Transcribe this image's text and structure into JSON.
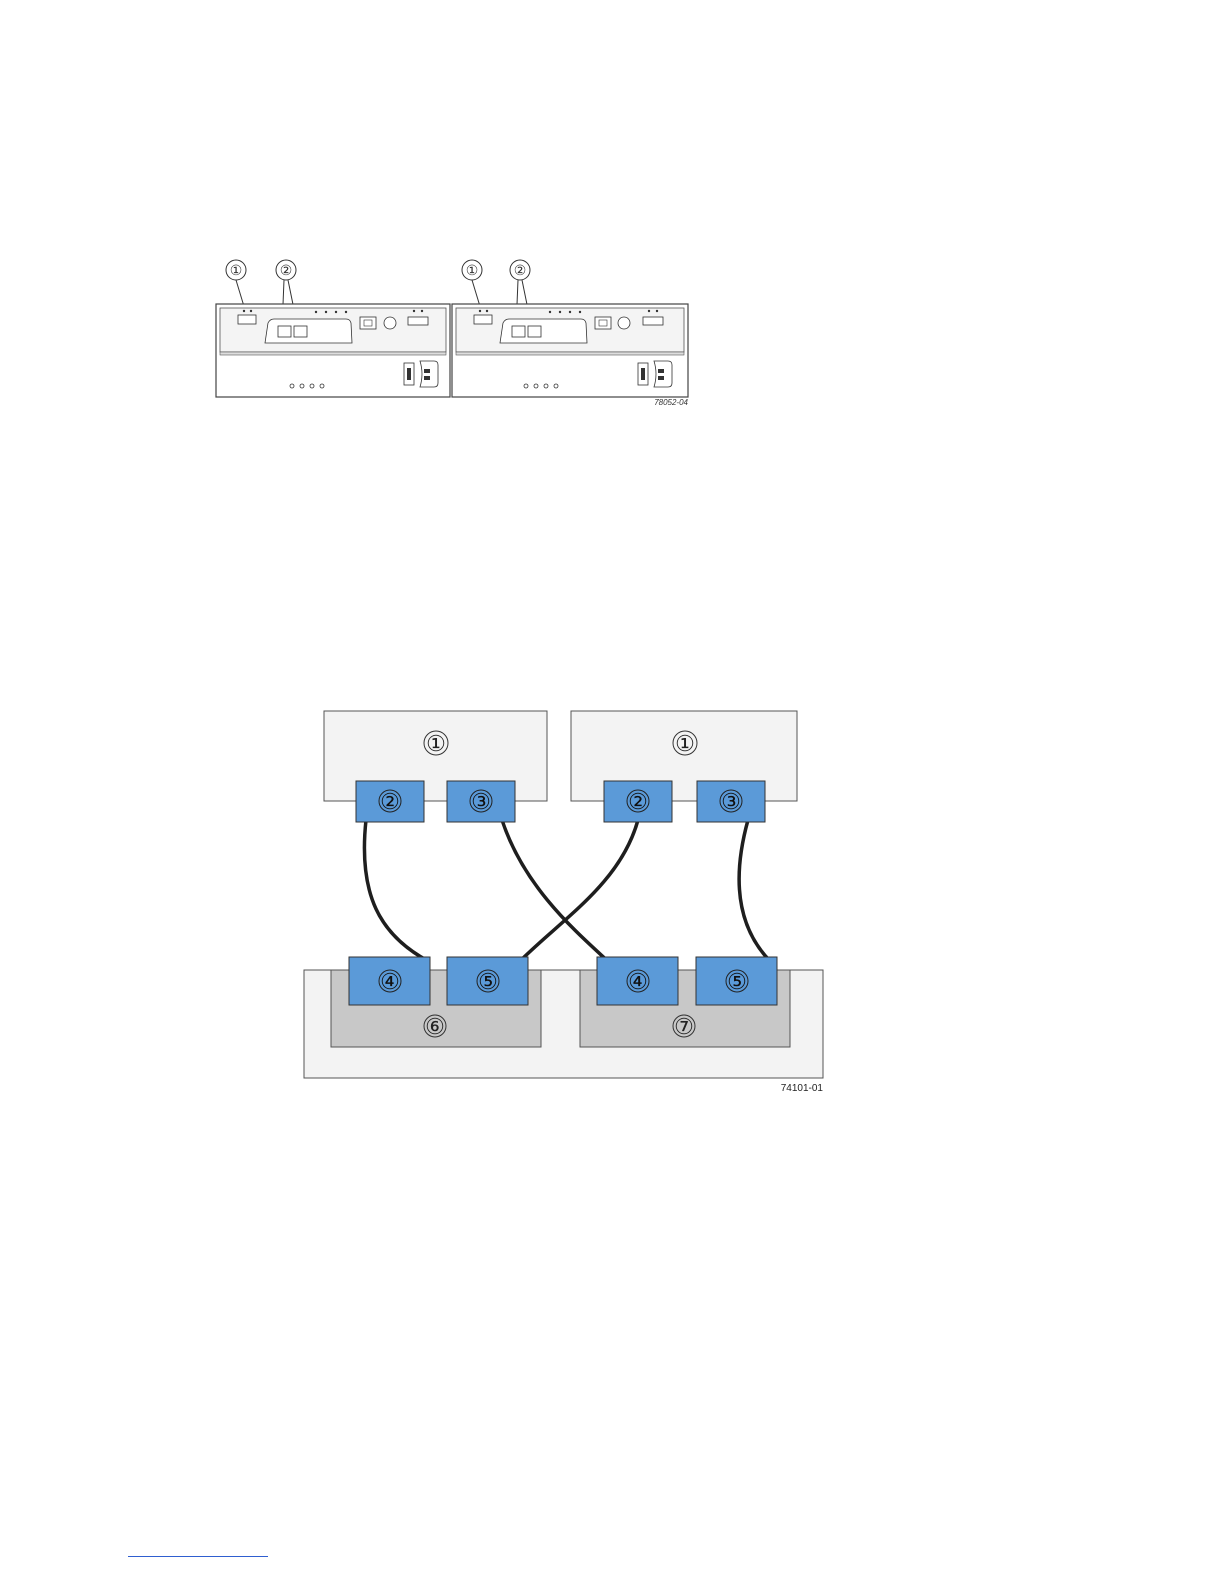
{
  "figure1": {
    "figure_id": "78052-04",
    "controllers": [
      {
        "callouts": [
          "①",
          "②"
        ]
      },
      {
        "callouts": [
          "①",
          "②"
        ]
      }
    ]
  },
  "figure2": {
    "figure_id": "74101-01",
    "hosts": [
      {
        "label": "①",
        "ports": [
          "②",
          "③"
        ]
      },
      {
        "label": "①",
        "ports": [
          "②",
          "③"
        ]
      }
    ],
    "modules": [
      {
        "label": "⑥",
        "ports": [
          "④",
          "⑤"
        ]
      },
      {
        "label": "⑦",
        "ports": [
          "④",
          "⑤"
        ]
      }
    ],
    "colors": {
      "port_fill": "#5b9ad8",
      "host_fill": "#f3f3f3",
      "module_fill": "#c8c8c8",
      "outer_fill": "#f3f3f3",
      "cable": "#1e1e1e"
    }
  }
}
